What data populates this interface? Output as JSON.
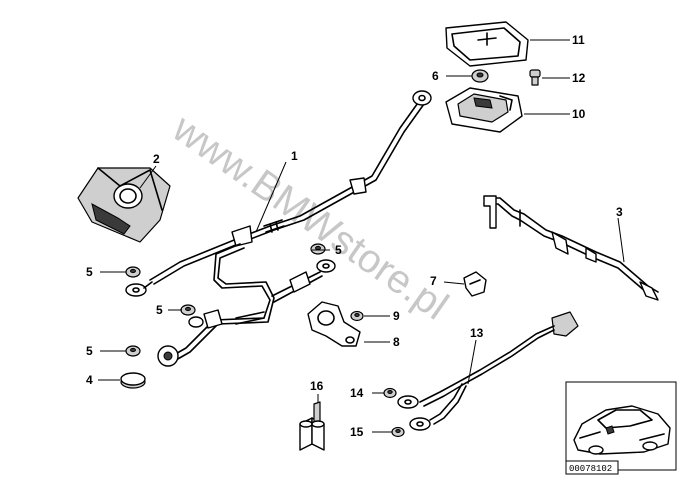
{
  "watermark": "www.BMWstore.pl",
  "reference_code": "00078102",
  "callouts": {
    "c1": "1",
    "c2": "2",
    "c3": "3",
    "c4": "4",
    "c5a": "5",
    "c5b": "5",
    "c5c": "5",
    "c5d": "5",
    "c6": "6",
    "c7": "7",
    "c8": "8",
    "c9": "9",
    "c10": "10",
    "c11": "11",
    "c12": "12",
    "c13": "13",
    "c14": "14",
    "c15": "15",
    "c16": "16"
  }
}
